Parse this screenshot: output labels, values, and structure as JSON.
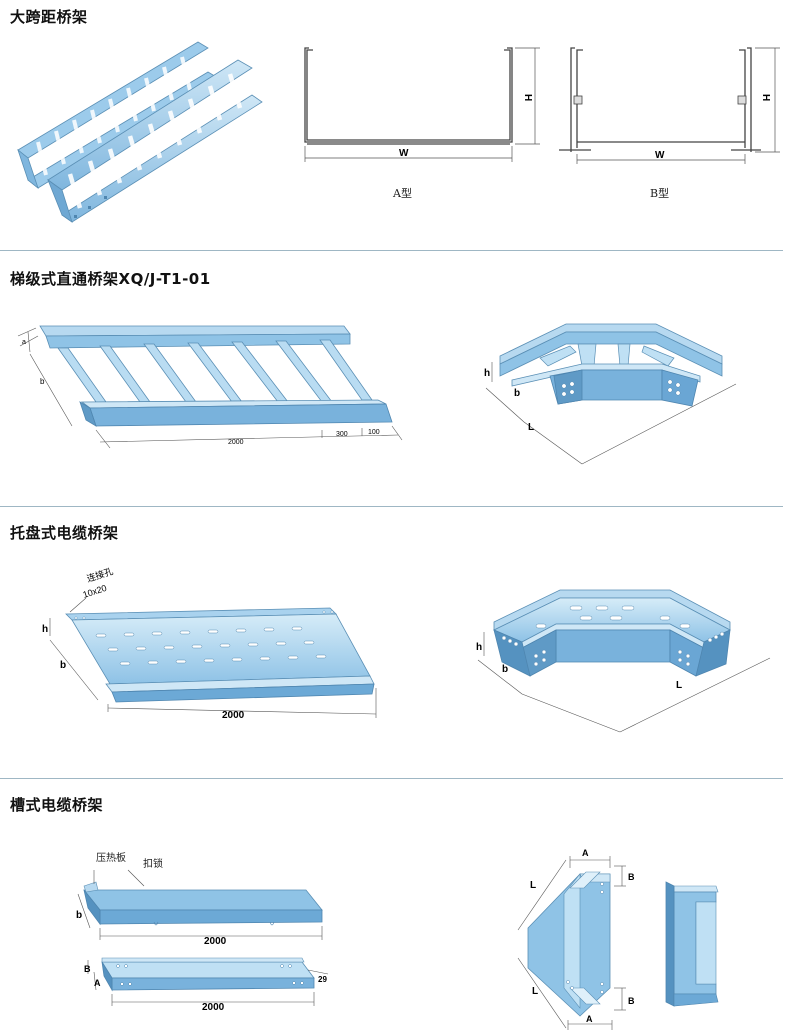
{
  "sections": [
    {
      "title": "大跨距桥架"
    },
    {
      "title": "梯级式直通桥架XQ/J-T1-01"
    },
    {
      "title": "托盘式电缆桥架"
    },
    {
      "title": "槽式电缆桥架"
    }
  ],
  "span_section": {
    "type_a_caption": "A型",
    "type_b_caption": "B型",
    "dim_w": "W",
    "dim_h": "H"
  },
  "ladder_section": {
    "dim_a": "a",
    "dim_b": "b",
    "length": "2000",
    "rung_spacing": "300",
    "end_offset": "100",
    "elbow_h": "h",
    "elbow_b": "b",
    "elbow_l": "L"
  },
  "tray_section": {
    "connect_hole": "连接孔",
    "hole_size": "10x20",
    "dim_h": "h",
    "dim_b": "b",
    "length": "2000",
    "elbow_h": "h",
    "elbow_b": "b",
    "elbow_l": "L"
  },
  "trough_section": {
    "press_plate": "压热板",
    "buckle": "扣锁",
    "dim_b": "b",
    "length_top": "2000",
    "dim_b2": "B",
    "dim_a": "A",
    "dim_29": "29",
    "length_bottom": "2000",
    "elbow_a_top": "A",
    "elbow_b_top": "B",
    "elbow_l1": "L",
    "elbow_l2": "L",
    "elbow_b_bottom": "B",
    "elbow_a_bottom": "A"
  },
  "colors": {
    "steel_blue": "#8fc3e6",
    "steel_blue_dark": "#5a9cca",
    "steel_blue_light": "#cfe7f6",
    "divider": "#9fb7c4"
  }
}
